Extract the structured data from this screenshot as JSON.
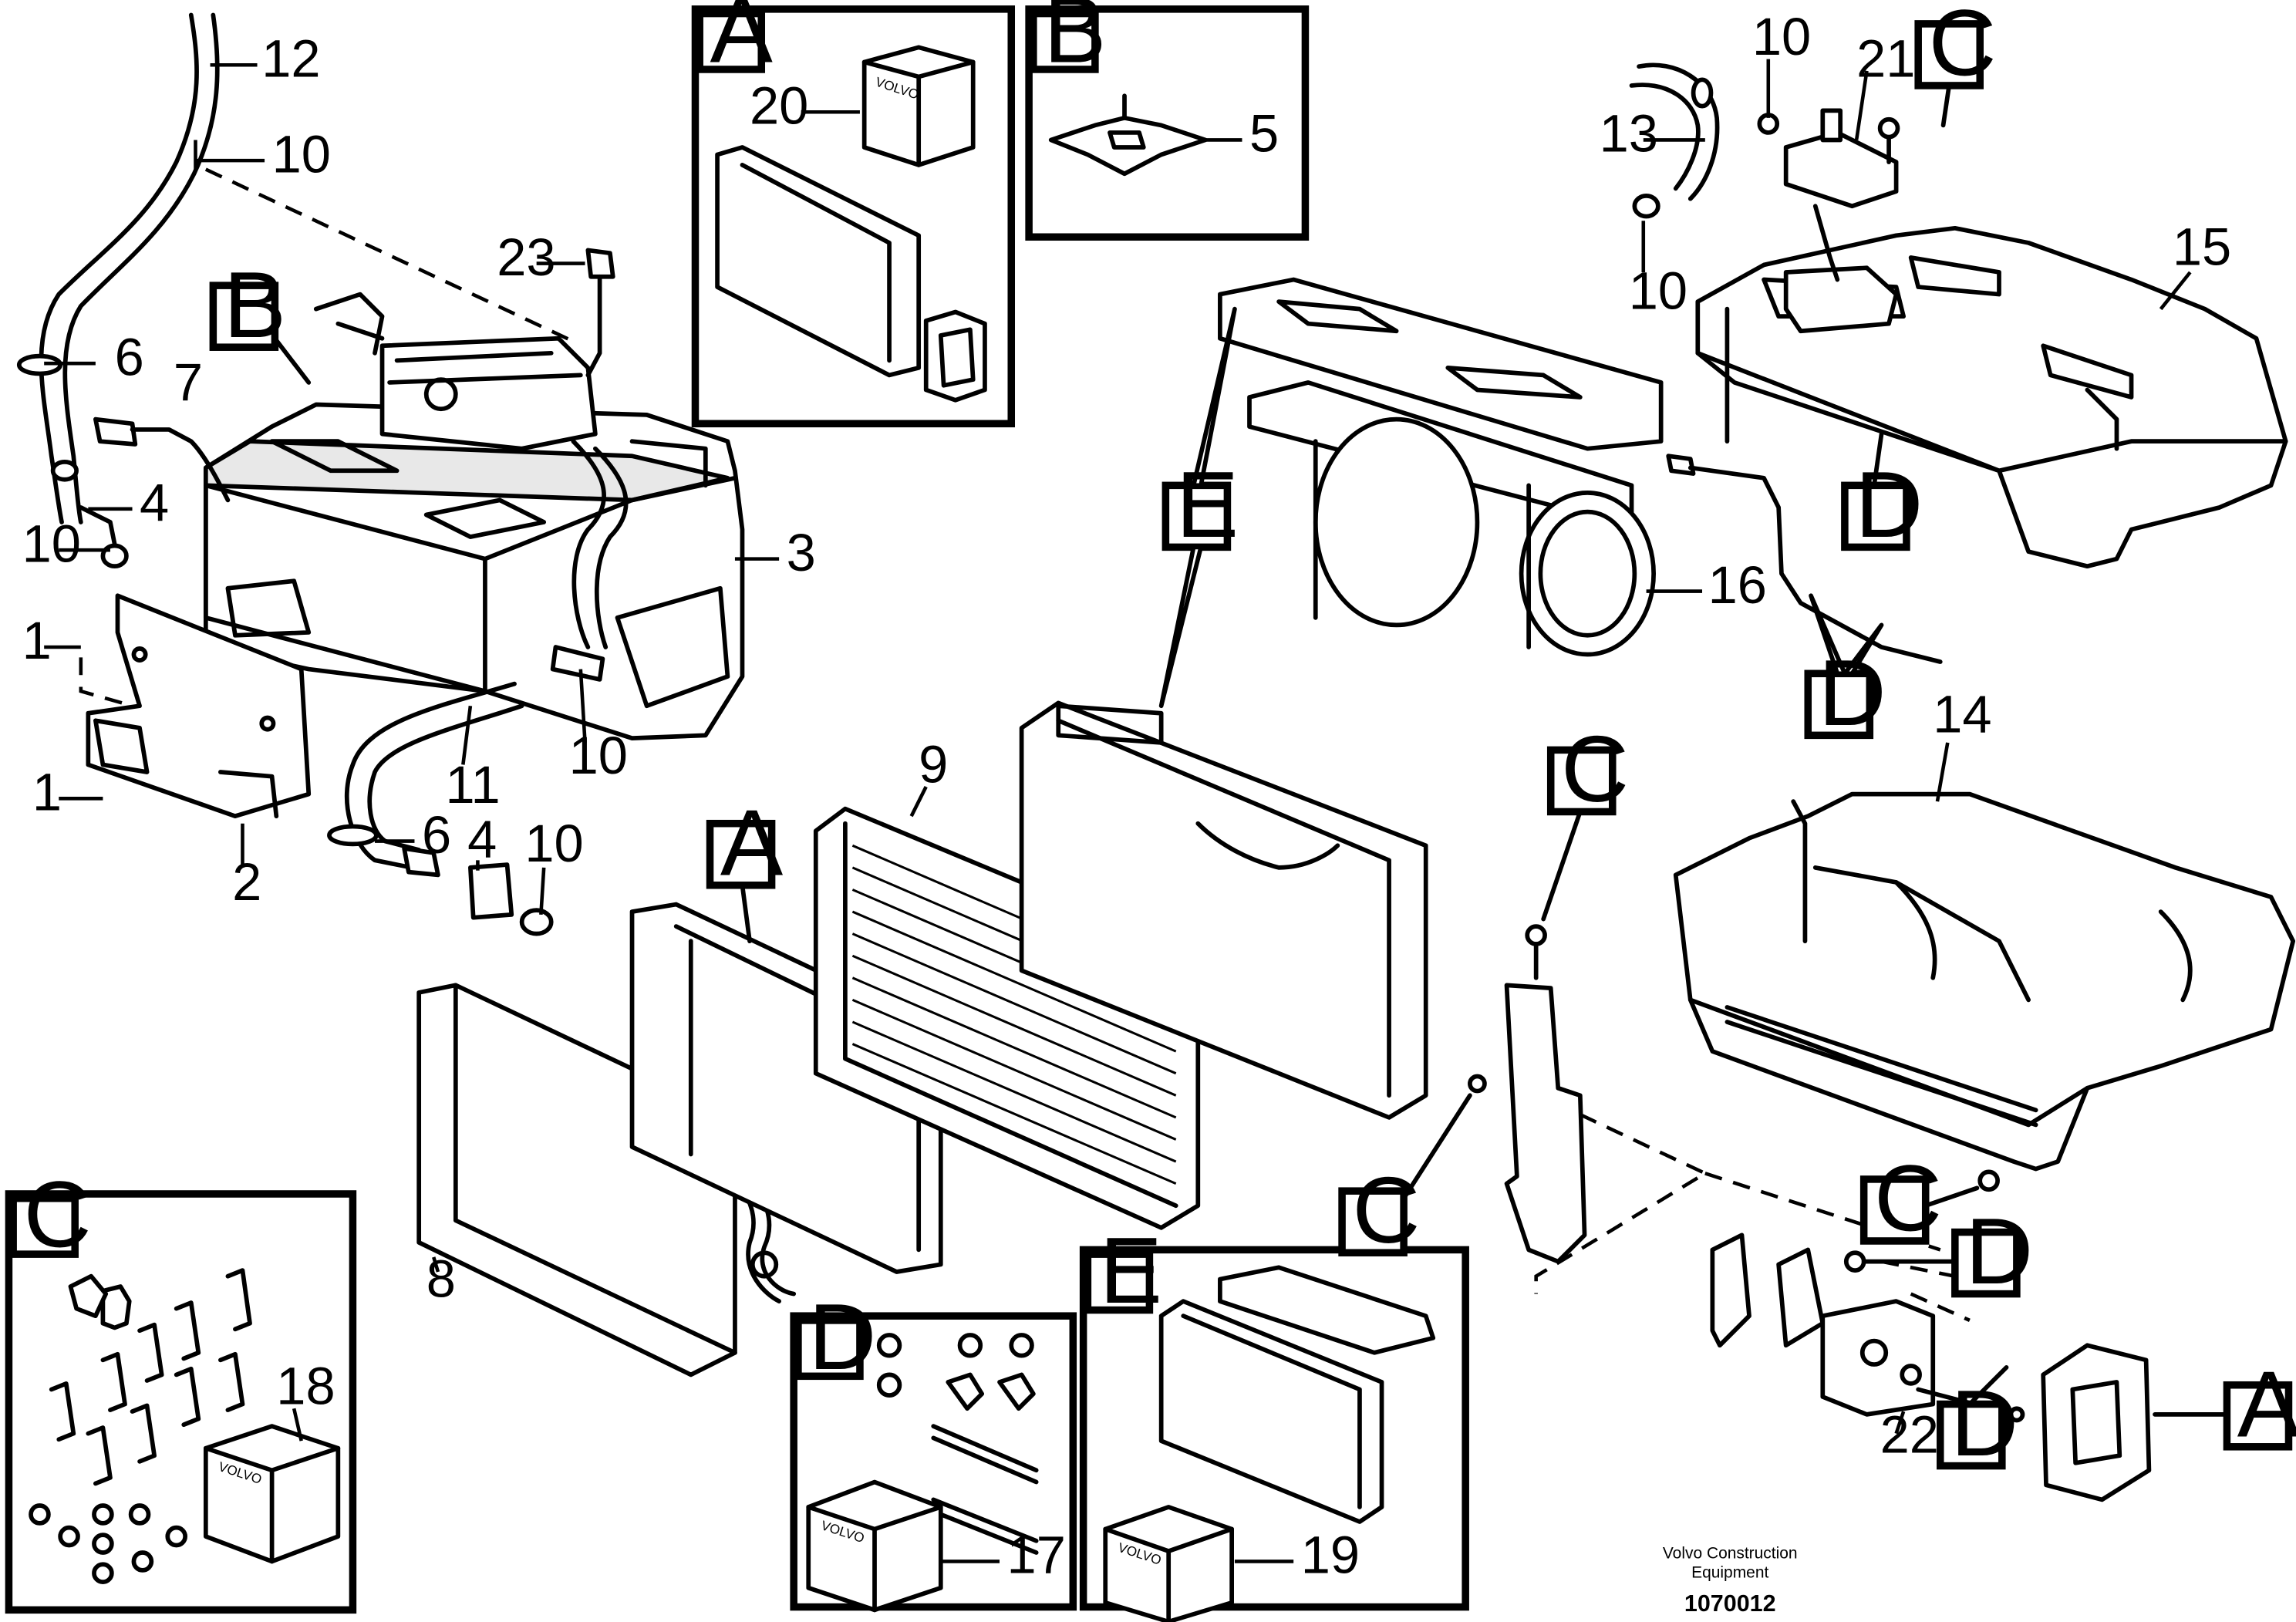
{
  "diagram": {
    "callouts": {
      "n12": "12",
      "n10a": "10",
      "n23": "23",
      "n6a": "6",
      "n7": "7",
      "n4a": "4",
      "n10b": "10",
      "n3": "3",
      "n1a": "1",
      "n1b": "1",
      "n11": "11",
      "n10c": "10",
      "n2": "2",
      "n6b": "6",
      "n4b": "4",
      "n10d": "10",
      "n9": "9",
      "n8": "8",
      "n20": "20",
      "n5": "5",
      "n10e": "10",
      "n21": "21",
      "n13": "13",
      "n10f": "10",
      "n15": "15",
      "n16": "16",
      "n14": "14",
      "n18": "18",
      "n17": "17",
      "n19": "19",
      "n22": "22"
    },
    "ref_letters": {
      "inset_a": "A",
      "inset_b": "B",
      "inset_c": "C",
      "inset_d": "D",
      "inset_e": "E",
      "b_main": "B",
      "a_main": "A",
      "e_main": "E",
      "c_top": "C",
      "d_top": "D",
      "d_sensor": "D",
      "c_mid": "C",
      "c_left": "C",
      "c_right": "C",
      "d_right": "D",
      "a_right": "A",
      "d_bottom": "D"
    },
    "brand_text": "VOLVO",
    "footer": {
      "company_line1": "Volvo Construction",
      "company_line2": "Equipment",
      "drawing_number": "1070012"
    }
  }
}
